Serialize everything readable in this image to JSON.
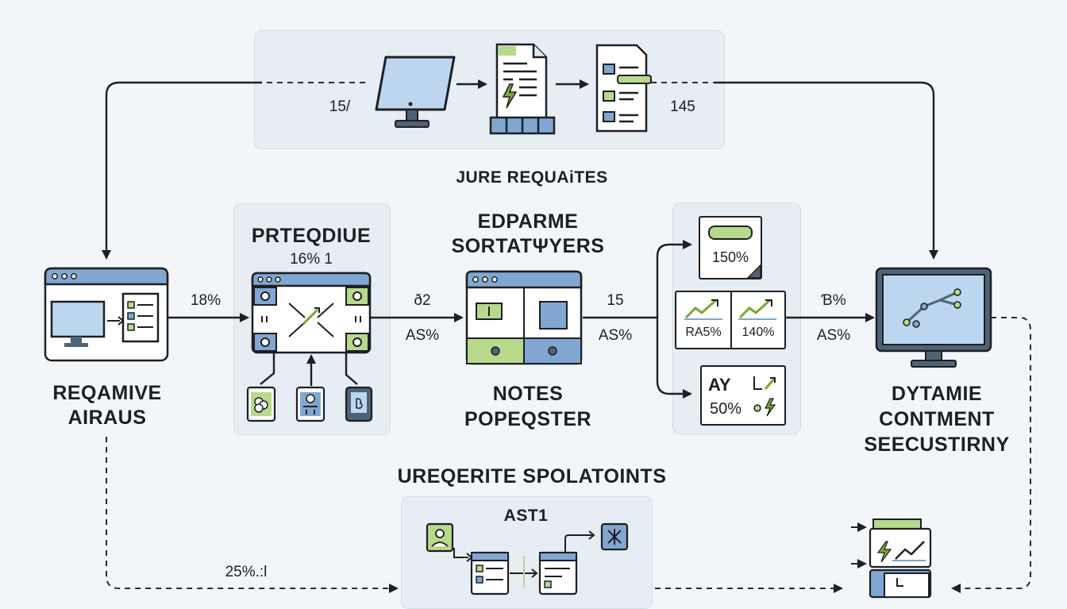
{
  "top": {
    "left_value": "15/",
    "right_value": "145"
  },
  "labels": {
    "top_caption": "JURE REQUAiTES",
    "prequeue_title": "PRTEQDIUE",
    "prequeue_sub": "16% 1",
    "edparme_title_1": "EDPARME",
    "edparme_title_2": "SORTATΨYERS",
    "notes_1": "NOTES",
    "notes_2": "POPEQSTER",
    "left_node_1": "REQAMIVE",
    "left_node_2": "AIRAUS",
    "right_node_1": "DYTAMIE",
    "right_node_2": "CONTMENT",
    "right_node_3": "SEECUSTIRNY",
    "bottom_caption": "UREQERITE SPOLATOINTS",
    "bottom_panel_title": "AST1"
  },
  "edges": {
    "e1": "18%",
    "e2_top": "ð2",
    "e2_bottom": "AS%",
    "e3_top": "15",
    "e3_bottom": "AS%",
    "e4_top": "Ɓ%",
    "e4_bottom": "AS%",
    "bottom_left": "25%.:l"
  },
  "stack_cards": {
    "card1_value": "150%",
    "card2_left": "RA5%",
    "card2_right": "140%",
    "card3_top": "AY",
    "card3_bottom": "50%"
  },
  "colors": {
    "accent_green": "#b7d98b",
    "accent_blue": "#7fa7d1",
    "dark_slate": "#4f6377",
    "lightning": "#7aa830"
  }
}
